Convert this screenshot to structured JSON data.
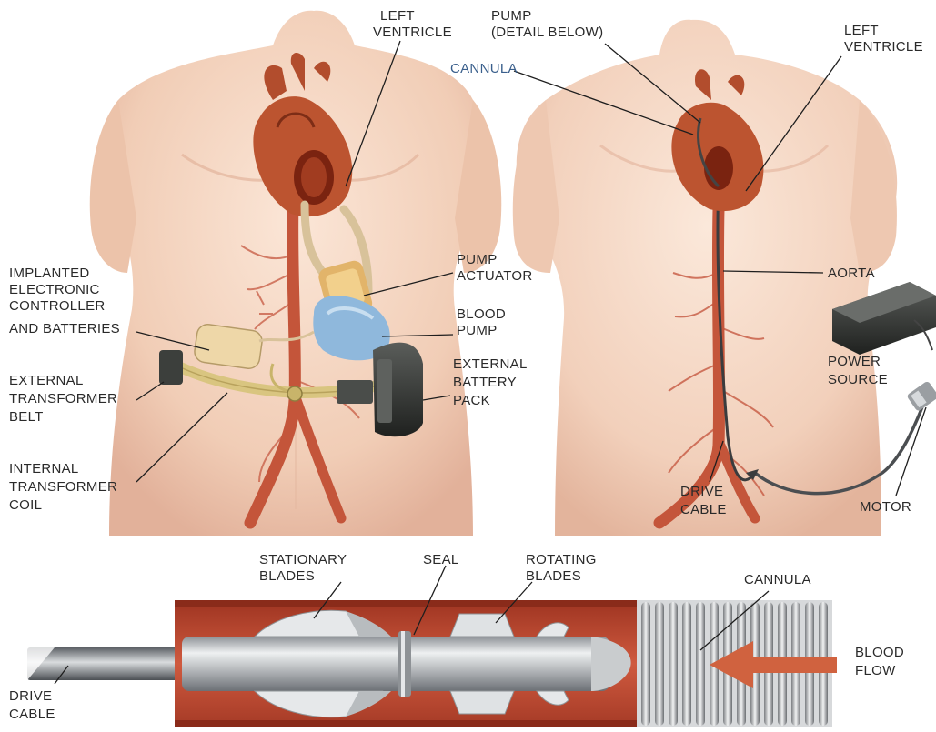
{
  "labels": {
    "left_ventricle_1": [
      "LEFT",
      "VENTRICLE"
    ],
    "pump_detail": [
      "PUMP",
      "(DETAIL BELOW)"
    ],
    "left_ventricle_2": [
      "LEFT",
      "VENTRICLE"
    ],
    "cannula_top": [
      "CANNULA"
    ],
    "implanted_controller": [
      "IMPLANTED",
      "ELECTRONIC",
      "CONTROLLER",
      "AND BATTERIES"
    ],
    "pump_actuator": [
      "PUMP",
      "ACTUATOR"
    ],
    "blood_pump": [
      "BLOOD",
      "PUMP"
    ],
    "external_belt": [
      "EXTERNAL",
      "TRANSFORMER",
      "BELT"
    ],
    "external_battery": [
      "EXTERNAL",
      "BATTERY",
      "PACK"
    ],
    "internal_coil": [
      "INTERNAL",
      "TRANSFORMER",
      "COIL"
    ],
    "aorta": [
      "AORTA"
    ],
    "power_source": [
      "POWER",
      "SOURCE"
    ],
    "drive_cable_top": [
      "DRIVE",
      "CABLE"
    ],
    "motor": [
      "MOTOR"
    ],
    "stationary_blades": [
      "STATIONARY",
      "BLADES"
    ],
    "seal": [
      "SEAL"
    ],
    "rotating_blades": [
      "ROTATING",
      "BLADES"
    ],
    "cannula_bottom": [
      "CANNULA"
    ],
    "blood_flow": [
      "BLOOD",
      "FLOW"
    ],
    "drive_cable_bottom": [
      "DRIVE",
      "CABLE"
    ]
  },
  "colors": {
    "skin": "#f3d2bd",
    "skin_shadow": "#dfae94",
    "heart": "#b8502e",
    "vessel": "#c4553a",
    "pump_blue": "#8fb8dc",
    "actuator": "#e2b46a",
    "belt": "#d9c580",
    "battery": "#3c3f3c",
    "tube_red": "#c24a33",
    "metal": "#b9bcbf",
    "arrow": "#d0623f"
  }
}
